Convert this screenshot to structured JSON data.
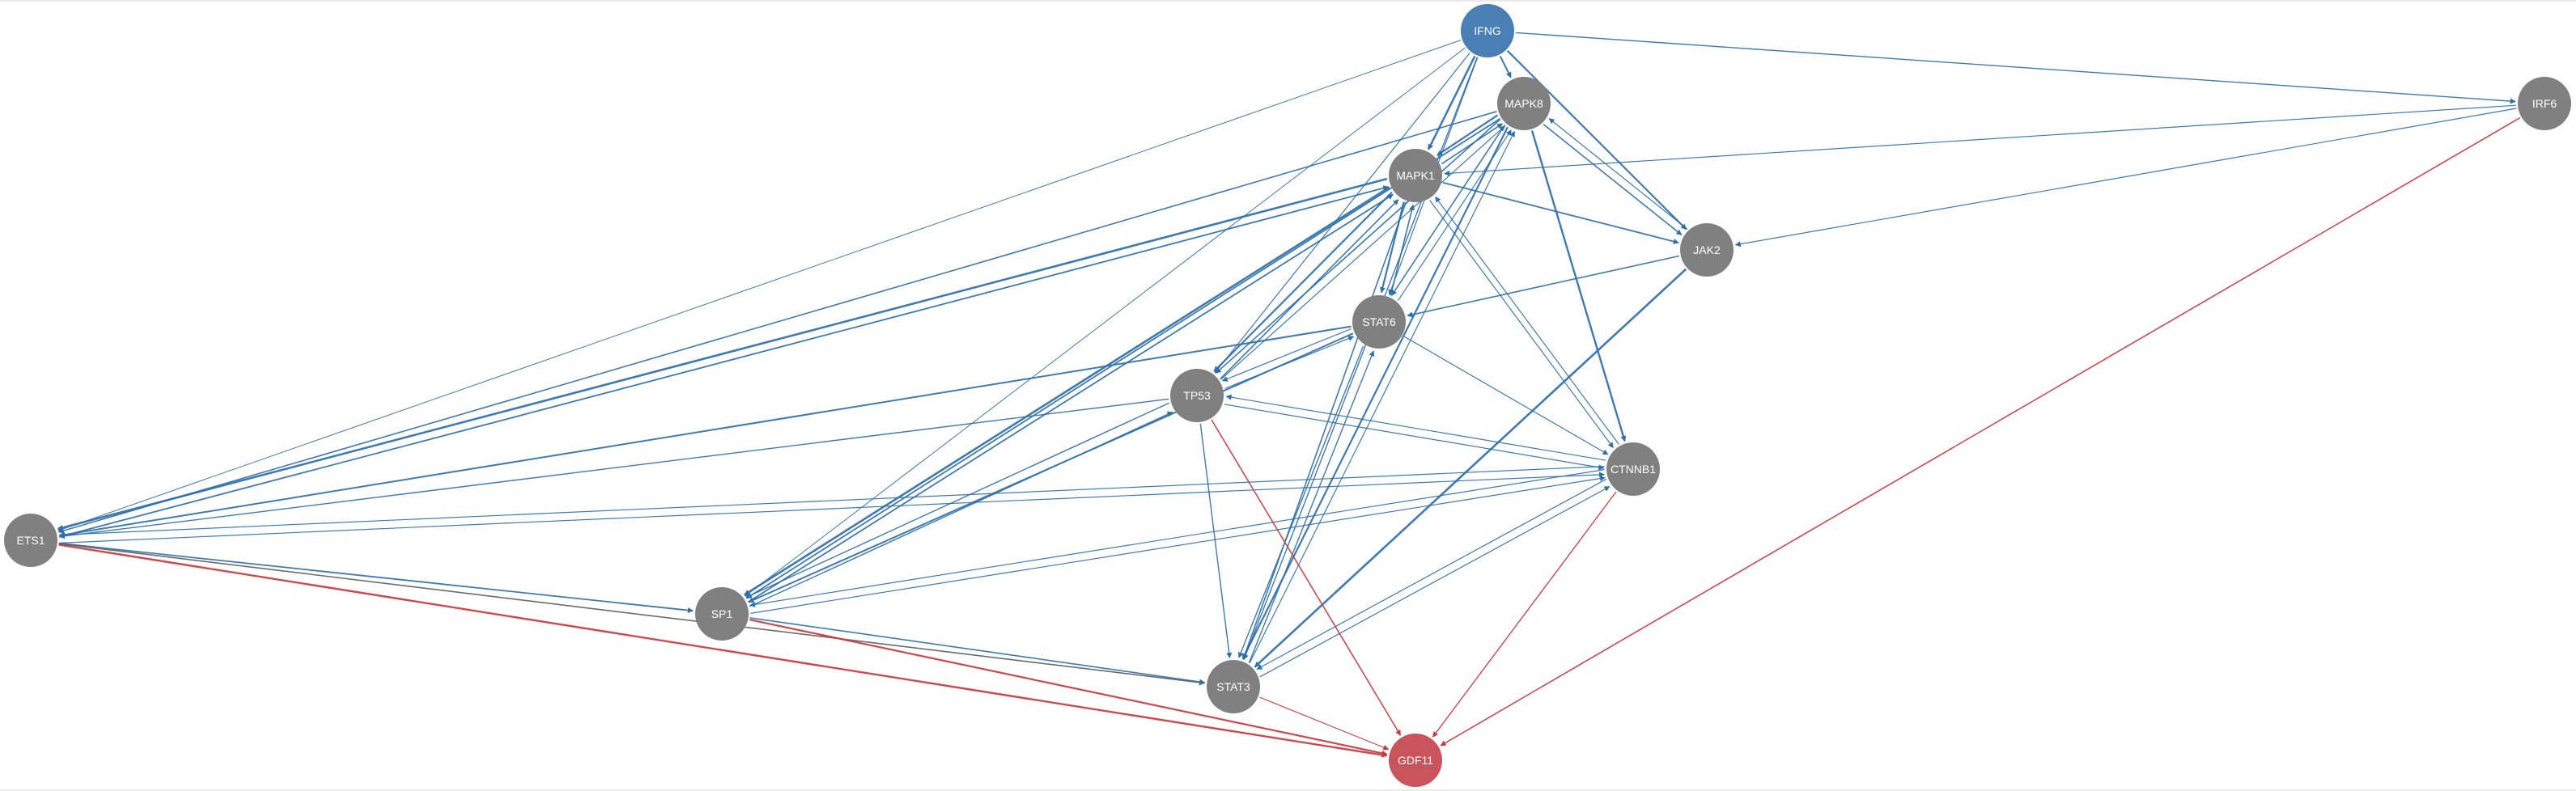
{
  "colors": {
    "gray_node": "#808080",
    "blue_node": "#4a7fb5",
    "red_node": "#c9545b",
    "blue_edge": "#2f6faa",
    "red_edge": "#c9393f",
    "gray_edge": "#5e5e5e"
  },
  "nodes": [
    {
      "id": "IFNG",
      "label": "IFNG",
      "color": "blue"
    },
    {
      "id": "MAPK8",
      "label": "MAPK8",
      "color": "gray"
    },
    {
      "id": "MAPK1",
      "label": "MAPK1",
      "color": "gray"
    },
    {
      "id": "IRF6",
      "label": "IRF6",
      "color": "gray"
    },
    {
      "id": "JAK2",
      "label": "JAK2",
      "color": "gray"
    },
    {
      "id": "STAT6",
      "label": "STAT6",
      "color": "gray"
    },
    {
      "id": "TP53",
      "label": "TP53",
      "color": "gray"
    },
    {
      "id": "CTNNB1",
      "label": "CTNNB1",
      "color": "gray"
    },
    {
      "id": "ETS1",
      "label": "ETS1",
      "color": "gray"
    },
    {
      "id": "SP1",
      "label": "SP1",
      "color": "gray"
    },
    {
      "id": "STAT3",
      "label": "STAT3",
      "color": "gray"
    },
    {
      "id": "GDF11",
      "label": "GDF11",
      "color": "red"
    }
  ],
  "edges": [
    {
      "from": "IFNG",
      "to": "IRF6",
      "color": "blue",
      "weight": 1.4
    },
    {
      "from": "IFNG",
      "to": "MAPK8",
      "color": "blue",
      "weight": 2
    },
    {
      "from": "IFNG",
      "to": "MAPK1",
      "color": "blue",
      "weight": 2.5
    },
    {
      "from": "IFNG",
      "to": "JAK2",
      "color": "blue",
      "weight": 2.2
    },
    {
      "from": "IFNG",
      "to": "STAT6",
      "color": "blue",
      "weight": 1.2
    },
    {
      "from": "IFNG",
      "to": "TP53",
      "color": "blue",
      "weight": 1.2
    },
    {
      "from": "IFNG",
      "to": "ETS1",
      "color": "blue",
      "weight": 1
    },
    {
      "from": "IFNG",
      "to": "SP1",
      "color": "blue",
      "weight": 1
    },
    {
      "from": "IFNG",
      "to": "STAT3",
      "color": "blue",
      "weight": 1.4
    },
    {
      "from": "IRF6",
      "to": "MAPK1",
      "color": "blue",
      "weight": 1.2
    },
    {
      "from": "IRF6",
      "to": "JAK2",
      "color": "blue",
      "weight": 1.2
    },
    {
      "from": "IRF6",
      "to": "GDF11",
      "color": "red",
      "weight": 1.6
    },
    {
      "from": "MAPK8",
      "to": "MAPK1",
      "color": "blue",
      "weight": 2.2,
      "bend": 6
    },
    {
      "from": "MAPK1",
      "to": "MAPK8",
      "color": "blue",
      "weight": 1.6,
      "bend": 6
    },
    {
      "from": "MAPK8",
      "to": "JAK2",
      "color": "blue",
      "weight": 1.6,
      "bend": 5
    },
    {
      "from": "JAK2",
      "to": "MAPK8",
      "color": "blue",
      "weight": 1.2,
      "bend": 5
    },
    {
      "from": "MAPK8",
      "to": "STAT6",
      "color": "blue",
      "weight": 1.6,
      "bend": 5
    },
    {
      "from": "STAT6",
      "to": "MAPK8",
      "color": "blue",
      "weight": 1.2,
      "bend": 5
    },
    {
      "from": "MAPK8",
      "to": "TP53",
      "color": "blue",
      "weight": 1.6,
      "bend": 5
    },
    {
      "from": "TP53",
      "to": "MAPK8",
      "color": "blue",
      "weight": 1.2,
      "bend": 5
    },
    {
      "from": "MAPK8",
      "to": "CTNNB1",
      "color": "blue",
      "weight": 2.4
    },
    {
      "from": "MAPK8",
      "to": "ETS1",
      "color": "blue",
      "weight": 1.6
    },
    {
      "from": "MAPK8",
      "to": "SP1",
      "color": "blue",
      "weight": 1.8
    },
    {
      "from": "MAPK8",
      "to": "STAT3",
      "color": "blue",
      "weight": 2.2,
      "bend": 5
    },
    {
      "from": "STAT3",
      "to": "MAPK8",
      "color": "blue",
      "weight": 1.2,
      "bend": 5
    },
    {
      "from": "MAPK1",
      "to": "JAK2",
      "color": "blue",
      "weight": 1.8
    },
    {
      "from": "MAPK1",
      "to": "STAT6",
      "color": "blue",
      "weight": 2.2,
      "bend": 6
    },
    {
      "from": "STAT6",
      "to": "MAPK1",
      "color": "blue",
      "weight": 1.6,
      "bend": 6
    },
    {
      "from": "MAPK1",
      "to": "TP53",
      "color": "blue",
      "weight": 2.2,
      "bend": 6
    },
    {
      "from": "TP53",
      "to": "MAPK1",
      "color": "blue",
      "weight": 1.6,
      "bend": 6
    },
    {
      "from": "MAPK1",
      "to": "CTNNB1",
      "color": "blue",
      "weight": 1.2,
      "bend": 4
    },
    {
      "from": "CTNNB1",
      "to": "MAPK1",
      "color": "blue",
      "weight": 1.2,
      "bend": 4
    },
    {
      "from": "MAPK1",
      "to": "ETS1",
      "color": "blue",
      "weight": 2.6,
      "bend": 5
    },
    {
      "from": "ETS1",
      "to": "MAPK1",
      "color": "blue",
      "weight": 1.8,
      "bend": 5
    },
    {
      "from": "MAPK1",
      "to": "SP1",
      "color": "blue",
      "weight": 2.6,
      "bend": 5
    },
    {
      "from": "SP1",
      "to": "MAPK1",
      "color": "blue",
      "weight": 1.8,
      "bend": 5
    },
    {
      "from": "MAPK1",
      "to": "STAT3",
      "color": "blue",
      "weight": 1.6
    },
    {
      "from": "JAK2",
      "to": "STAT6",
      "color": "blue",
      "weight": 1.6
    },
    {
      "from": "JAK2",
      "to": "STAT3",
      "color": "blue",
      "weight": 2.6
    },
    {
      "from": "STAT6",
      "to": "TP53",
      "color": "blue",
      "weight": 1.2,
      "bend": 5
    },
    {
      "from": "TP53",
      "to": "STAT6",
      "color": "blue",
      "weight": 1.2,
      "bend": 5
    },
    {
      "from": "STAT6",
      "to": "ETS1",
      "color": "blue",
      "weight": 2
    },
    {
      "from": "STAT6",
      "to": "SP1",
      "color": "blue",
      "weight": 2
    },
    {
      "from": "STAT6",
      "to": "STAT3",
      "color": "blue",
      "weight": 1.4,
      "bend": 7
    },
    {
      "from": "STAT3",
      "to": "STAT6",
      "color": "blue",
      "weight": 1.4,
      "bend": 7
    },
    {
      "from": "STAT6",
      "to": "CTNNB1",
      "color": "blue",
      "weight": 1.2
    },
    {
      "from": "TP53",
      "to": "ETS1",
      "color": "blue",
      "weight": 1.4
    },
    {
      "from": "TP53",
      "to": "SP1",
      "color": "blue",
      "weight": 1.4,
      "bend": 6
    },
    {
      "from": "SP1",
      "to": "TP53",
      "color": "blue",
      "weight": 1.4,
      "bend": 6
    },
    {
      "from": "TP53",
      "to": "CTNNB1",
      "color": "blue",
      "weight": 1.2,
      "bend": 5
    },
    {
      "from": "CTNNB1",
      "to": "TP53",
      "color": "blue",
      "weight": 1.2,
      "bend": 5
    },
    {
      "from": "TP53",
      "to": "STAT3",
      "color": "blue",
      "weight": 1.4
    },
    {
      "from": "TP53",
      "to": "GDF11",
      "color": "red",
      "weight": 1.6
    },
    {
      "from": "CTNNB1",
      "to": "ETS1",
      "color": "blue",
      "weight": 1.2,
      "bend": 5
    },
    {
      "from": "ETS1",
      "to": "CTNNB1",
      "color": "blue",
      "weight": 1.2,
      "bend": 5
    },
    {
      "from": "CTNNB1",
      "to": "SP1",
      "color": "blue",
      "weight": 1.2,
      "bend": 5
    },
    {
      "from": "SP1",
      "to": "CTNNB1",
      "color": "blue",
      "weight": 1.2,
      "bend": 5
    },
    {
      "from": "CTNNB1",
      "to": "STAT3",
      "color": "blue",
      "weight": 1.2,
      "bend": 5
    },
    {
      "from": "STAT3",
      "to": "CTNNB1",
      "color": "blue",
      "weight": 1.2,
      "bend": 5
    },
    {
      "from": "CTNNB1",
      "to": "GDF11",
      "color": "red",
      "weight": 1.4
    },
    {
      "from": "ETS1",
      "to": "SP1",
      "color": "blue",
      "weight": 1.8
    },
    {
      "from": "ETS1",
      "to": "GDF11",
      "color": "red",
      "weight": 2.4
    },
    {
      "from": "ETS1",
      "to": "STAT3",
      "color": "gray",
      "weight": 1.6
    },
    {
      "from": "SP1",
      "to": "STAT3",
      "color": "blue",
      "weight": 1.6
    },
    {
      "from": "SP1",
      "to": "GDF11",
      "color": "red",
      "weight": 2.2
    },
    {
      "from": "STAT3",
      "to": "GDF11",
      "color": "red",
      "weight": 1.2
    }
  ]
}
